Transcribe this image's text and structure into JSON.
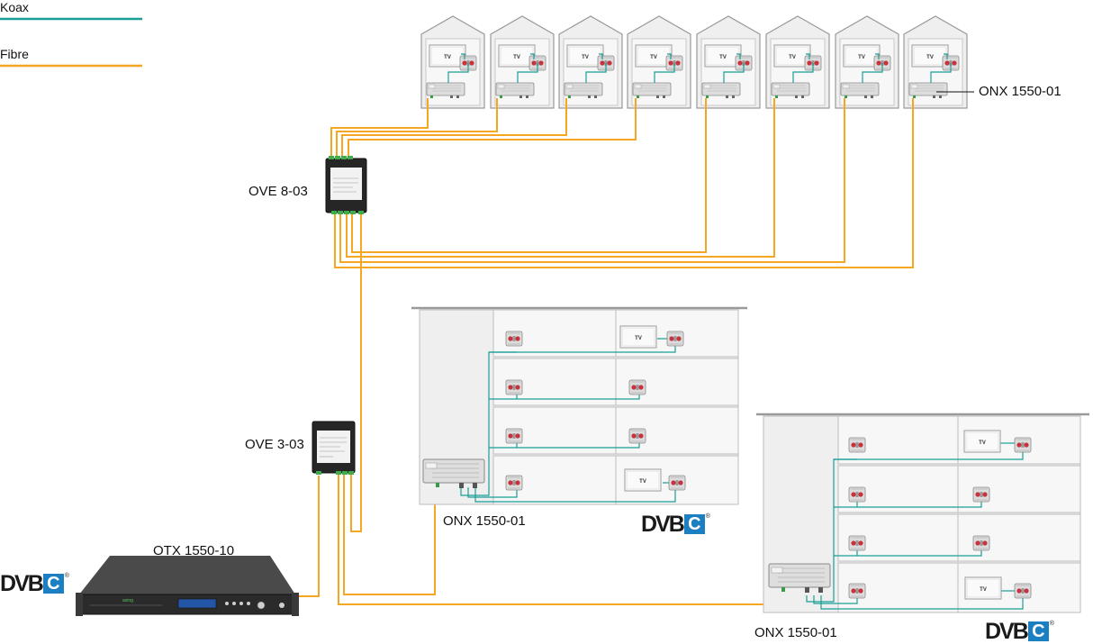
{
  "legend": {
    "items": [
      {
        "label": "Koax",
        "color": "#1a9e96"
      },
      {
        "label": "Fibre",
        "color": "#f5a623"
      }
    ]
  },
  "colors": {
    "coax": "#1a9e96",
    "fibre": "#f5a623",
    "building_fill": "#efefef",
    "building_stroke": "#999999",
    "device_body": "#2b2b2b"
  },
  "devices": {
    "ove_8": {
      "label": "OVE 8-03"
    },
    "ove_3": {
      "label": "OVE 3-03"
    },
    "otx": {
      "label": "OTX 1550-10",
      "brand": "axing"
    },
    "onx_houses": {
      "label": "ONX 1550-01"
    },
    "onx_building_1": {
      "label": "ONX 1550-01"
    },
    "onx_building_2": {
      "label": "ONX 1550-01"
    }
  },
  "tv_label": "TV",
  "dvbc_logo": {
    "text": "DVB",
    "box": "C",
    "icon": "dvb-c-logo"
  },
  "icons": {
    "house": "house-icon",
    "tv": "tv-icon",
    "outlet": "outlet-icon",
    "receiver": "optical-receiver-icon",
    "splitter": "optical-splitter-icon",
    "transmitter": "optical-transmitter-icon"
  }
}
